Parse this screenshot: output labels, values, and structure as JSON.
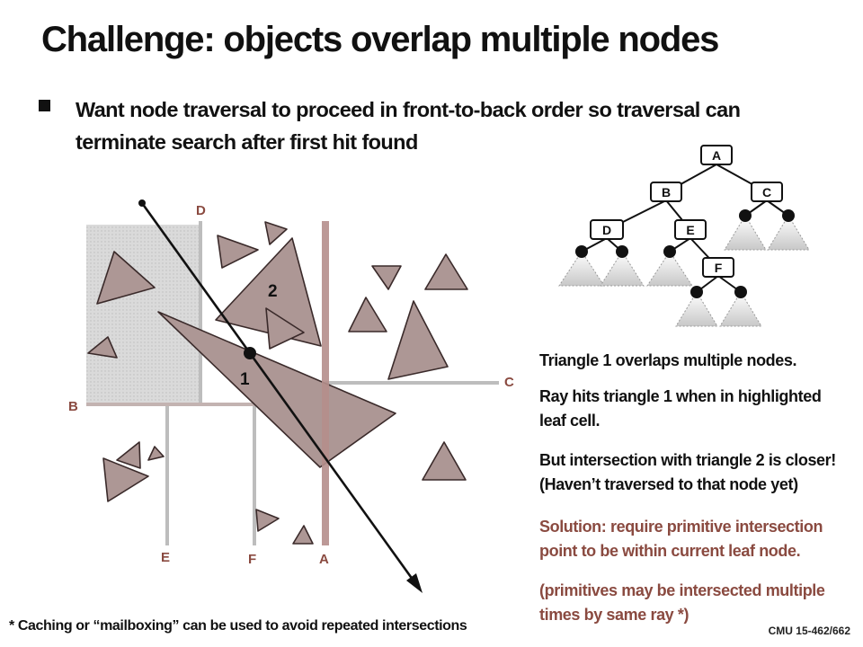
{
  "slide": {
    "title": "Challenge: objects overlap multiple nodes",
    "bullet": {
      "line1": "Want node traversal to proceed in front-to-back order so traversal can",
      "line2": "terminate search after first hit found"
    }
  },
  "scene": {
    "split_labels": {
      "A": "A",
      "B": "B",
      "C": "C",
      "D": "D",
      "E": "E",
      "F": "F"
    },
    "triangle_labels": {
      "t1": "1",
      "t2": "2"
    }
  },
  "tree": {
    "nodes": {
      "A": "A",
      "B": "B",
      "C": "C",
      "D": "D",
      "E": "E",
      "F": "F"
    }
  },
  "notes": {
    "n1": "Triangle 1 overlaps multiple nodes.",
    "n2_line1": "Ray hits triangle 1 when in highlighted",
    "n2_line2": "leaf cell.",
    "n3_line1": "But intersection with triangle 2 is closer!",
    "n3_line2": "(Haven’t traversed to that node yet)",
    "n4_line1": "Solution: require primitive intersection",
    "n4_line2": "point to be within current leaf node.",
    "n5_line1": "(primitives may be intersected multiple",
    "n5_line2": "times by same ray *)"
  },
  "footnote": "* Caching or “mailboxing” can be used to avoid repeated intersections",
  "course": "CMU 15-462/662",
  "colors": {
    "triangle_fill": "#ad9795",
    "triangle_stroke": "#3a2a2a",
    "split_line_light": "#bdbdbd",
    "split_line_dark": "#b58f8c",
    "leaf_highlight": "#d3d3d3",
    "accent_text": "#8a4a40",
    "text": "#111111"
  }
}
